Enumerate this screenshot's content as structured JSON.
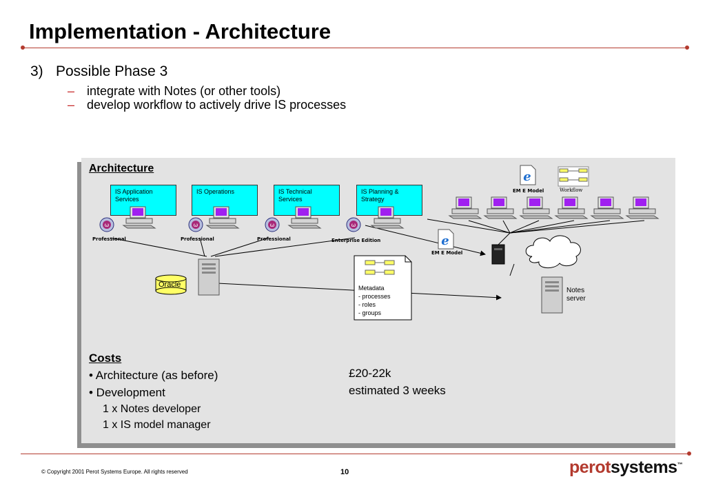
{
  "title": "Implementation - Architecture",
  "phase": {
    "number": "3)",
    "label": "Possible Phase 3"
  },
  "bullets": [
    {
      "dash": "–",
      "text": "integrate with Notes (or other tools)"
    },
    {
      "dash": "–",
      "text": "develop workflow to actively drive IS processes"
    }
  ],
  "diagram": {
    "title": "Architecture",
    "services": [
      {
        "line1": "IS Application",
        "line2": "Services"
      },
      {
        "line1": "IS Operations",
        "line2": ""
      },
      {
        "line1": "IS Technical",
        "line2": "Services"
      },
      {
        "line1": "IS Planning &",
        "line2": "Strategy"
      }
    ],
    "client_labels": [
      "Professional",
      "Professional",
      "Professional",
      "Enterprise Edition"
    ],
    "oracle": "Oracle",
    "eme_model_top": "EM E Model",
    "workflow": "Workflow",
    "eme_model_mid": "EM E Model",
    "metadata": [
      "Metadata",
      "- processes",
      "- roles",
      "- groups"
    ],
    "notes_server": [
      "Notes",
      "server"
    ]
  },
  "costs": {
    "title": "Costs",
    "items": [
      {
        "label": "• Architecture (as before)",
        "value": "£20-22k"
      },
      {
        "label": "•  Development",
        "value": "estimated 3 weeks"
      }
    ],
    "sub_items": [
      "1 x Notes developer",
      "1 x IS model manager"
    ]
  },
  "footer": {
    "copyright": "©  Copyright 2001 Perot Systems Europe.  All rights reserved",
    "page": "10",
    "logo_part1": "perot",
    "logo_part2": "systems",
    "logo_tm": "™"
  },
  "colors": {
    "accent": "#b33a2e",
    "service_box": "#00ffff",
    "panel": "#e3e3e3",
    "monitor": "#a020f0"
  }
}
